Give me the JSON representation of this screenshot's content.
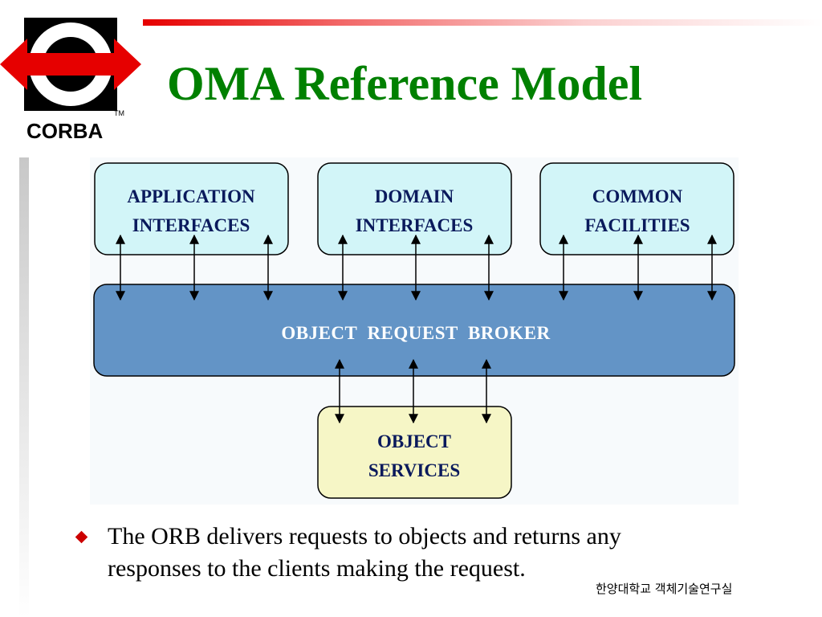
{
  "title": "OMA Reference Model",
  "logo": {
    "text": "CORBA",
    "tm": "TM",
    "colors": {
      "accent": "#e60000",
      "ink": "#000000"
    }
  },
  "diagram": {
    "top_boxes": [
      {
        "line1": "APPLICATION",
        "line2": "INTERFACES"
      },
      {
        "line1": "DOMAIN",
        "line2": "INTERFACES"
      },
      {
        "line1": "COMMON",
        "line2": "FACILITIES"
      }
    ],
    "orb": {
      "label": "OBJECT  REQUEST  BROKER"
    },
    "bottom_box": {
      "line1": "OBJECT",
      "line2": "SERVICES"
    },
    "colors": {
      "top_box_fill": "#d2f5f8",
      "orb_fill": "#6394c6",
      "bottom_box_fill": "#f6f6c6"
    }
  },
  "bullet": "The ORB delivers requests to objects and returns any responses to the clients making the request.",
  "footer": "한양대학교 객체기술연구실",
  "colors": {
    "title": "#008000",
    "bullet": "#cc0000"
  }
}
